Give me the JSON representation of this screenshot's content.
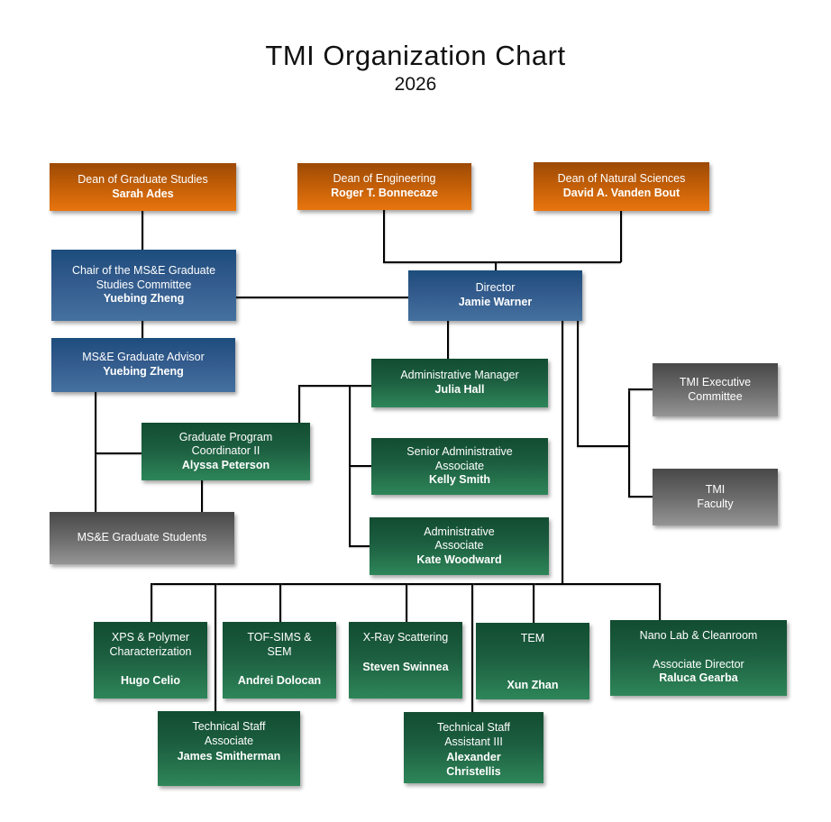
{
  "title": "TMI Organization Chart",
  "subtitle": "2026",
  "colors": {
    "orange": "#e8750e",
    "blue": "#44719f",
    "green": "#2e8659",
    "gray": "#959595",
    "connector": "#000000",
    "text": "#ffffff"
  },
  "nodes": {
    "dean_grad_studies": {
      "role": "Dean of Graduate Studies",
      "name": "Sarah Ades"
    },
    "dean_engineering": {
      "role": "Dean of Engineering",
      "name": "Roger T. Bonnecaze"
    },
    "dean_natural_sciences": {
      "role": "Dean of Natural Sciences",
      "name": "David A. Vanden Bout"
    },
    "chair_msne": {
      "role": "Chair of the MS&E Graduate\nStudies Committee",
      "name": "Yuebing Zheng"
    },
    "director": {
      "role": "Director",
      "name": "Jamie Warner"
    },
    "msne_advisor": {
      "role": "MS&E Graduate Advisor",
      "name": "Yuebing Zheng"
    },
    "admin_manager": {
      "role": "Administrative Manager",
      "name": "Julia Hall"
    },
    "senior_admin_associate": {
      "role": "Senior Administrative\nAssociate",
      "name": "Kelly Smith"
    },
    "admin_associate": {
      "role": "Administrative\nAssociate",
      "name": "Kate Woodward"
    },
    "grad_program_coordinator": {
      "role": "Graduate Program\nCoordinator II",
      "name": "Alyssa Peterson"
    },
    "msne_grad_students": {
      "role": "MS&E Graduate Students"
    },
    "tmi_exec_committee": {
      "role": "TMI Executive\nCommittee"
    },
    "tmi_faculty": {
      "role": "TMI\nFaculty"
    },
    "xps": {
      "role": "XPS & Polymer\nCharacterization",
      "name": "Hugo Celio"
    },
    "tof_sims": {
      "role": "TOF-SIMS &\nSEM",
      "name": "Andrei Dolocan"
    },
    "xray": {
      "role": "X-Ray Scattering",
      "name": "Steven Swinnea"
    },
    "tem": {
      "role": "TEM",
      "name": "Xun Zhan"
    },
    "nanolab": {
      "role": "Nano Lab & Cleanroom",
      "subrole": "Associate Director",
      "name": "Raluca Gearba"
    },
    "tech_staff_associate": {
      "role": "Technical Staff\nAssociate",
      "name": "James Smitherman"
    },
    "tech_staff_assistant": {
      "role": "Technical Staff\nAssistant III",
      "name": "Alexander\nChristellis"
    }
  }
}
